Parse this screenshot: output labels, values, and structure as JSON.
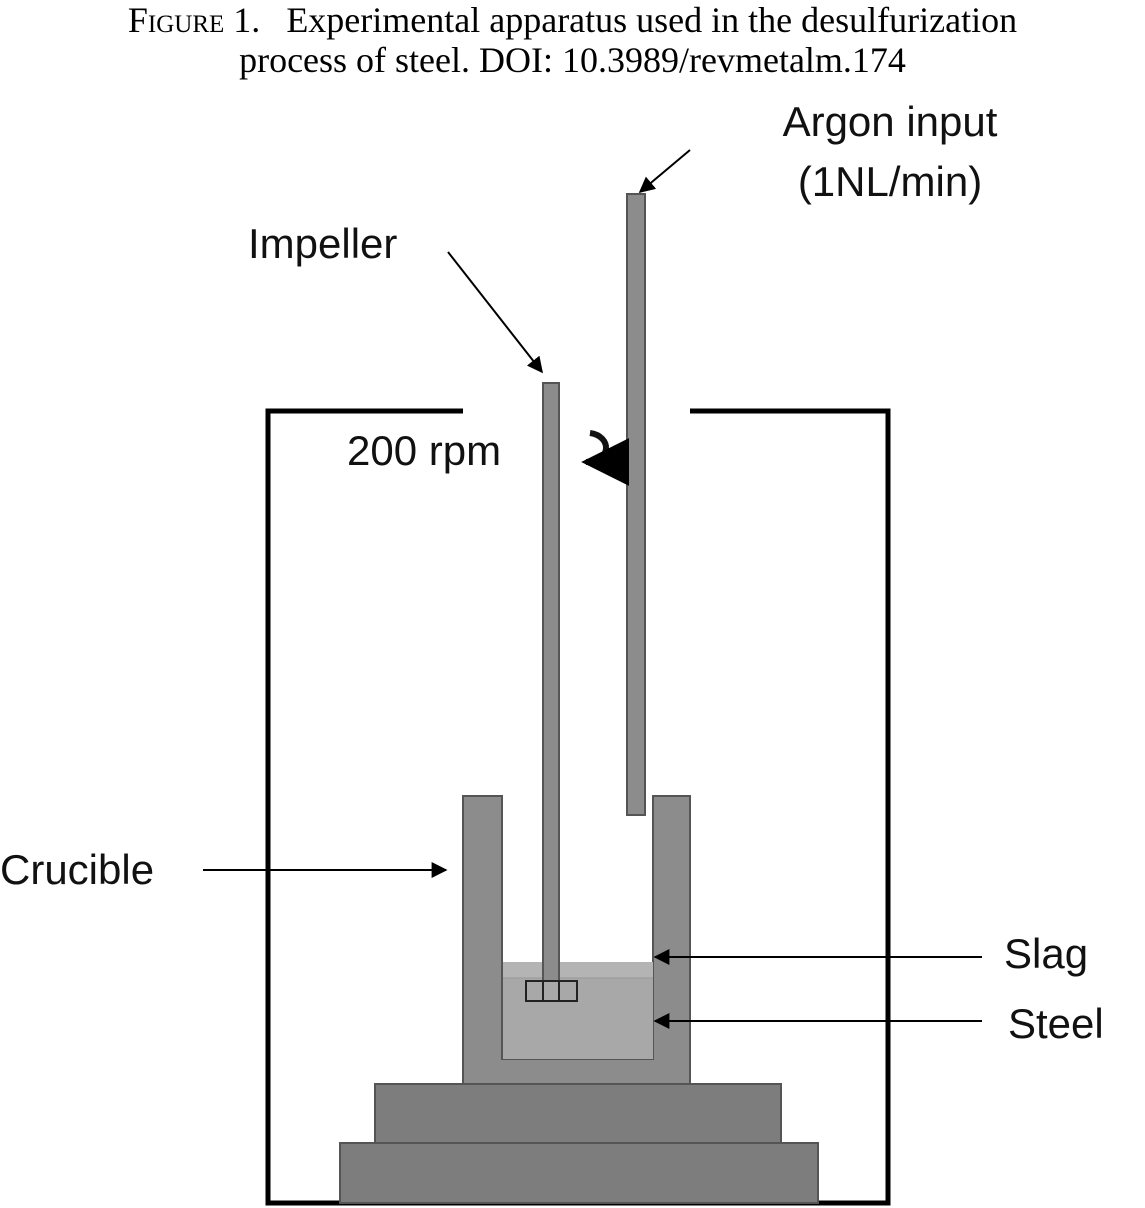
{
  "caption": {
    "figure_label": "Figure 1.",
    "line1": "Experimental apparatus used in the desulfurization",
    "line2": "process of steel. DOI: 10.3989/revmetalm.174"
  },
  "labels": {
    "argon_line1": "Argon input",
    "argon_line2": "(1NL/min)",
    "impeller": "Impeller",
    "speed": "200 rpm",
    "crucible": "Crucible",
    "slag": "Slag",
    "steel": "Steel"
  },
  "colors": {
    "furnace_wall": "#000000",
    "component_fill": "#8c8c8c",
    "base_fill": "#7d7d7d",
    "melt_fill": "#a8a8a8",
    "slag_fill": "#b4b4b4"
  }
}
